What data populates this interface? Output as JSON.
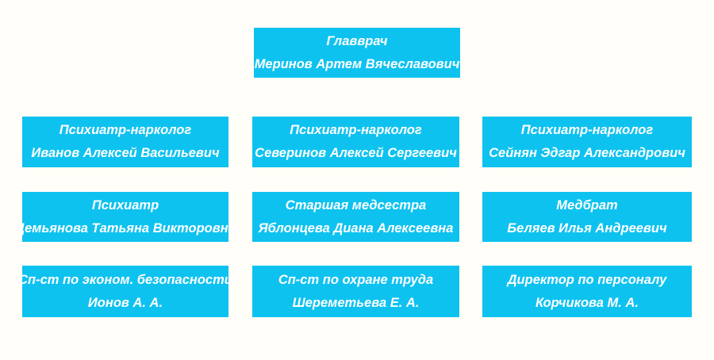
{
  "org_chart": {
    "accent_color": "#0ec2f0",
    "background_color": "#fffef8",
    "text_color": "#ffffff",
    "root": {
      "title": "Главврач",
      "name": "Меринов Артем Вячеславович"
    },
    "rows": [
      {
        "cells": [
          {
            "title": "Психиатр-нарколог",
            "name": "Иванов Алексей Васильевич"
          },
          {
            "title": "Психиатр-нарколог",
            "name": "Северинов Алексей Сергеевич"
          },
          {
            "title": "Психиатр-нарколог",
            "name": "Сейнян Эдгар Александрович"
          }
        ]
      },
      {
        "cells": [
          {
            "title": "Психиатр",
            "name": "Демьянова Татьяна Викторовна"
          },
          {
            "title": "Старшая медсестра",
            "name": "Яблонцева Диана Алексеевна"
          },
          {
            "title": "Медбрат",
            "name": "Беляев Илья Андреевич"
          }
        ]
      },
      {
        "cells": [
          {
            "title": "Сп-ст по эконом. безопасности",
            "name": "Ионов А. А."
          },
          {
            "title": "Сп-ст по охране труда",
            "name": "Шереметьева Е. А."
          },
          {
            "title": "Директор по персоналу",
            "name": "Корчикова М. А."
          }
        ]
      }
    ]
  }
}
